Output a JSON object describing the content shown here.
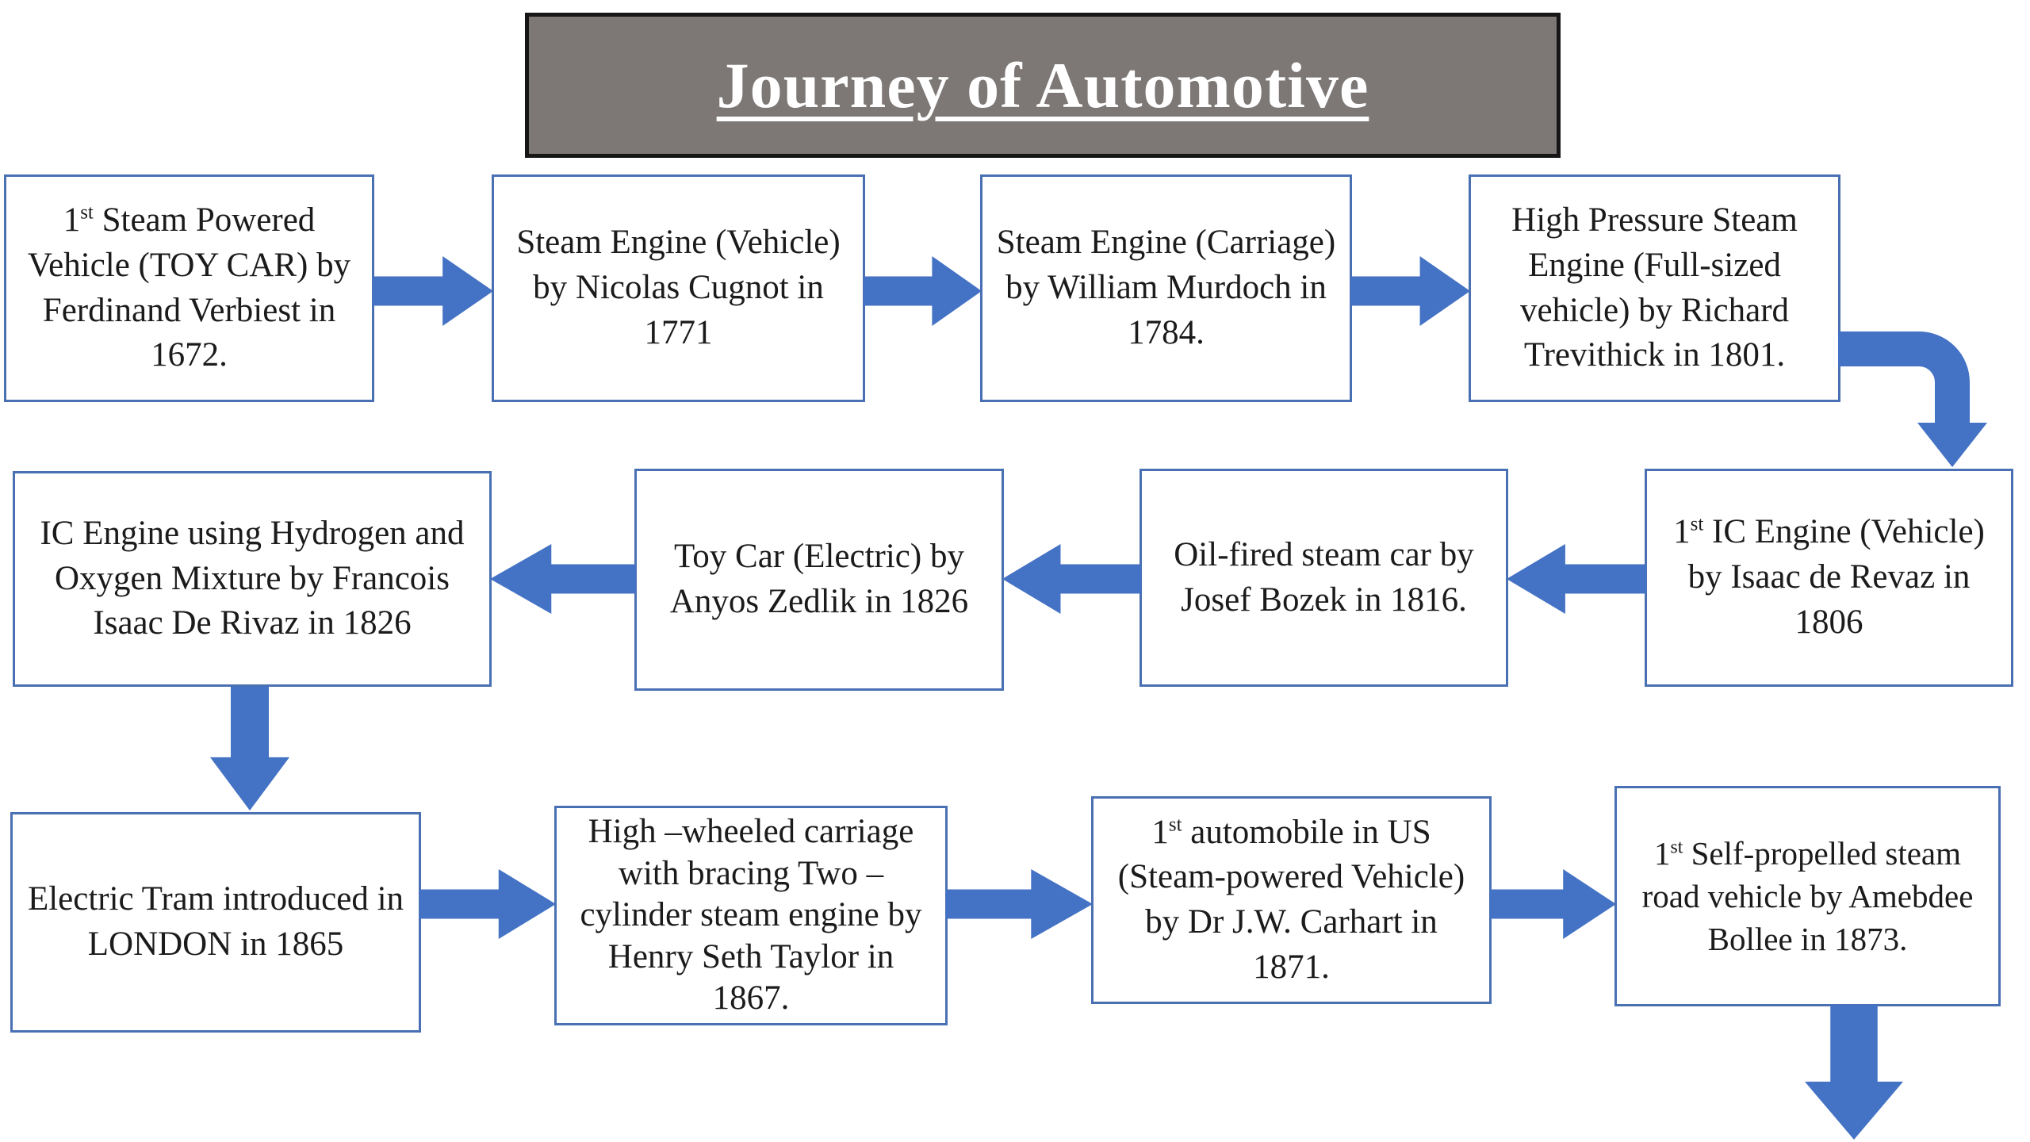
{
  "title": "Journey of Automotive",
  "colors": {
    "arrow": "#4472C4",
    "box_border": "#4a70b4",
    "title_bg": "#7D7775",
    "title_border": "#161616",
    "text": "#1b1b1b"
  },
  "nodes": [
    {
      "id": "steam-toy-car-1672",
      "pre": "1",
      "sup": "st",
      "text": " Steam Powered Vehicle (TOY CAR) by Ferdinand Verbiest in 1672."
    },
    {
      "id": "steam-engine-1771",
      "text": "Steam Engine (Vehicle) by Nicolas Cugnot in 1771"
    },
    {
      "id": "steam-carriage-1784",
      "text": "Steam Engine (Carriage) by William Murdoch in 1784."
    },
    {
      "id": "high-pressure-1801",
      "text": "High Pressure Steam Engine (Full-sized vehicle) by Richard Trevithick in 1801."
    },
    {
      "id": "ic-engine-1806",
      "pre": "1",
      "sup": "st",
      "text": " IC Engine (Vehicle) by Isaac de Revaz in 1806"
    },
    {
      "id": "oil-fired-1816",
      "text": "Oil-fired steam car by Josef Bozek in 1816."
    },
    {
      "id": "toy-car-electric-1826",
      "text": "Toy Car (Electric) by Anyos Zedlik in 1826"
    },
    {
      "id": "ic-hydrogen-1826",
      "text": "IC Engine using Hydrogen and Oxygen Mixture by Francois Isaac De Rivaz in 1826"
    },
    {
      "id": "electric-tram-1865",
      "text": "Electric Tram introduced in LONDON in 1865"
    },
    {
      "id": "high-wheeled-1867",
      "text": "High –wheeled carriage with bracing Two – cylinder steam engine by Henry Seth Taylor in 1867."
    },
    {
      "id": "first-us-automobile-1871",
      "pre": "1",
      "sup": "st",
      "text": " automobile in US (Steam-powered Vehicle) by Dr J.W. Carhart  in 1871."
    },
    {
      "id": "self-propelled-1873",
      "pre": "1",
      "sup": "st",
      "text": " Self-propelled steam road vehicle by Amebdee Bollee in 1873."
    }
  ]
}
